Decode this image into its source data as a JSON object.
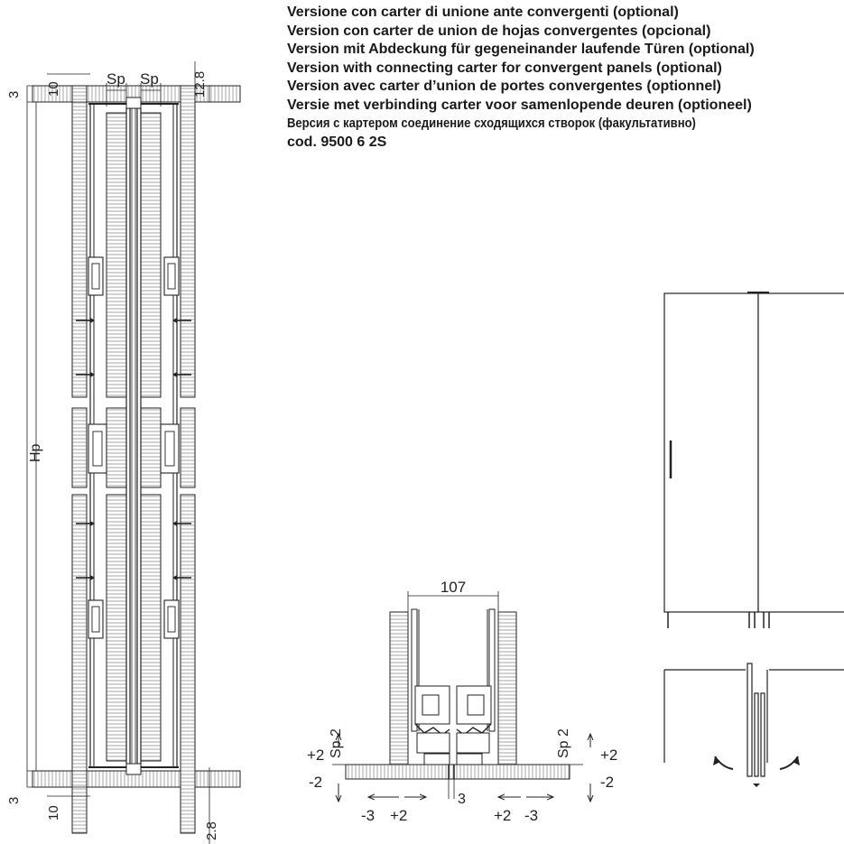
{
  "titles": {
    "it": "Versione con carter di unione ante convergenti (optional)",
    "es": "Version con carter de union de hojas convergentes (opcional)",
    "de": "Version mit Abdeckung für gegeneinander laufende Türen (optional)",
    "en": "Version with connecting carter for convergent panels (optional)",
    "fr": "Version avec carter d’union de portes convergentes (optionnel)",
    "nl": "Versie met verbinding carter voor samenlopende deuren (optioneel)",
    "ru": "Версия с картером соединение сходящихся створок (факультативно)",
    "code": "cod. 9500 6 2S"
  },
  "dims": {
    "sp": "Sp",
    "v128": "12.8",
    "v10": "10",
    "v3": "3",
    "hp": "Hp",
    "v28": "2.8",
    "v107": "107",
    "sp2": "Sp 2",
    "plus2": "+2",
    "minus2": "-2",
    "minus3": "-3",
    "minus3b": "-3",
    "plus2b": "+2",
    "plus2c": "+2",
    "small3": "3"
  }
}
